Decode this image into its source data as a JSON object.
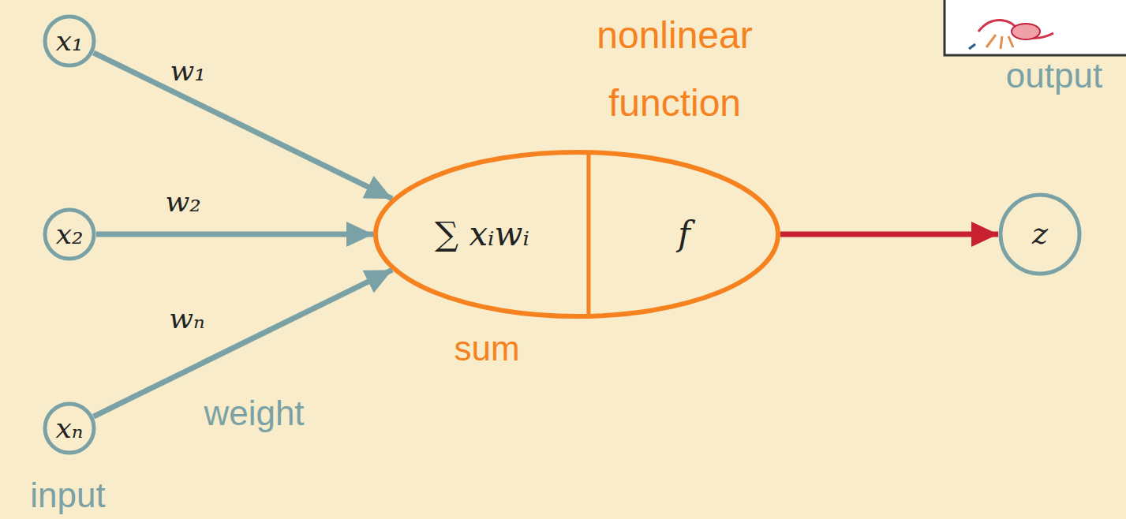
{
  "diagram": {
    "nodes": [
      {
        "text": [
          "x₁"
        ]
      },
      {
        "text": [
          "x₂"
        ]
      },
      {
        "text": [
          "xₙ"
        ]
      },
      {
        "text": [
          "∑ xᵢwᵢ",
          "f"
        ]
      },
      {
        "text": [
          "z"
        ]
      }
    ],
    "edges": [
      {
        "from": 0,
        "to": 3,
        "label": "w₁",
        "arrow": "to"
      },
      {
        "from": 1,
        "to": 3,
        "label": "w₂",
        "arrow": "to"
      },
      {
        "from": 2,
        "to": 3,
        "label": "wₙ",
        "arrow": "to"
      },
      {
        "from": 3,
        "to": 4,
        "arrow": "to"
      }
    ],
    "labels": [
      "nonlinear function",
      "output",
      "sum",
      "weight",
      "input"
    ]
  }
}
